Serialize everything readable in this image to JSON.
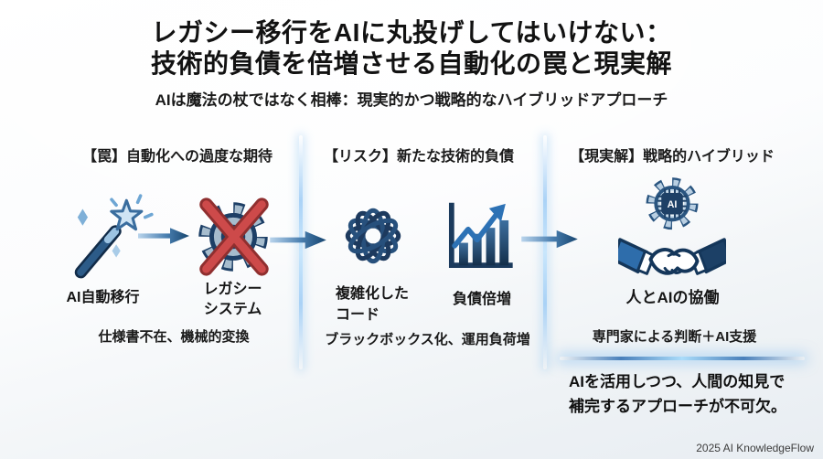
{
  "title": {
    "line1": "レガシー移行をAIに丸投げしてはいけない：",
    "line2": "技術的負債を倍増させる自動化の罠と現実解",
    "subtitle": "AIは魔法の杖ではなく相棒：現実的かつ戦略的なハイブリッドアプローチ"
  },
  "columns": [
    {
      "header": "【罠】自動化への過度な期待",
      "items": [
        {
          "icon": "magic-wand-icon",
          "label": "AI自動移行"
        },
        {
          "icon": "legacy-gear-crossed-icon",
          "label": "レガシー\nシステム"
        }
      ],
      "caption": "仕様書不在、機械的変換"
    },
    {
      "header": "【リスク】新たな技術的負債",
      "items": [
        {
          "icon": "tangled-code-icon",
          "label": "複雑化した\nコード"
        },
        {
          "icon": "debt-growth-chart-icon",
          "label": "負債倍増"
        }
      ],
      "caption": "ブラックボックス化、運用負荷増"
    },
    {
      "header": "【現実解】戦略的ハイブリッド",
      "items": [
        {
          "icon": "human-ai-handshake-icon",
          "label": "人とAIの協働"
        }
      ],
      "caption": "専門家による判断＋AI支援",
      "note": "AIを活用しつつ、人間の知見で\n補完するアプローチが不可欠。"
    }
  ],
  "handshake_chip_label": "AI",
  "footer": "2025 AI KnowledgeFlow",
  "colors": {
    "icon_navy": "#1d3f66",
    "accent_blue": "#2f6fae",
    "glow_blue": "#9fd4f5",
    "error_red": "#c64545",
    "text": "#161616"
  }
}
